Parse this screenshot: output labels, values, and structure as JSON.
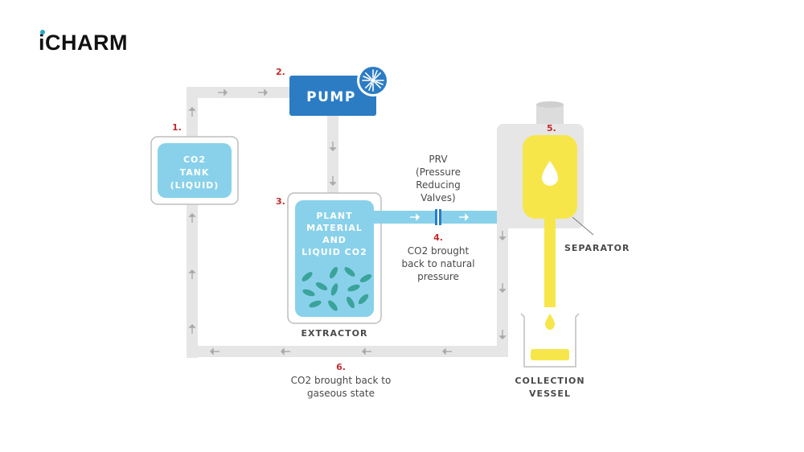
{
  "brand": {
    "logo_i": "i",
    "logo_rest": "CHARM"
  },
  "steps": {
    "tank": {
      "number": "1.",
      "line1": "CO2",
      "line2": "TANK",
      "line3": "(LIQUID)"
    },
    "pump": {
      "number": "2.",
      "label": "PUMP"
    },
    "extractor": {
      "number": "3.",
      "line1": "PLANT",
      "line2": "MATERIAL",
      "line3": "AND",
      "line4": "LIQUID CO2",
      "caption": "EXTRACTOR"
    },
    "prv": {
      "number": "4.",
      "line1": "PRV",
      "line2": "(Pressure",
      "line3": "Reducing",
      "line4": "Valves)",
      "desc1": "CO2 brought",
      "desc2": "back to natural",
      "desc3": "pressure"
    },
    "separator": {
      "number": "5.",
      "caption": "SEPARATOR"
    },
    "return": {
      "number": "6.",
      "desc1": "CO2 brought back to",
      "desc2": "gaseous state"
    },
    "vessel": {
      "line1": "COLLECTION",
      "line2": "VESSEL"
    }
  },
  "colors": {
    "pipe": "#e6e6e6",
    "arrow": "#a9a9a9",
    "liquid_blue": "#89d1ea",
    "pump_blue": "#2c7cc4",
    "yellow": "#f7e64a",
    "number_red": "#c42a2a",
    "text": "#4a4a4a",
    "box_border": "#bdbdbd"
  },
  "icons": {
    "pump": "fan-icon",
    "separator": "droplet-icon",
    "extractor": "leaf-icon",
    "flow": "arrow-icon"
  }
}
